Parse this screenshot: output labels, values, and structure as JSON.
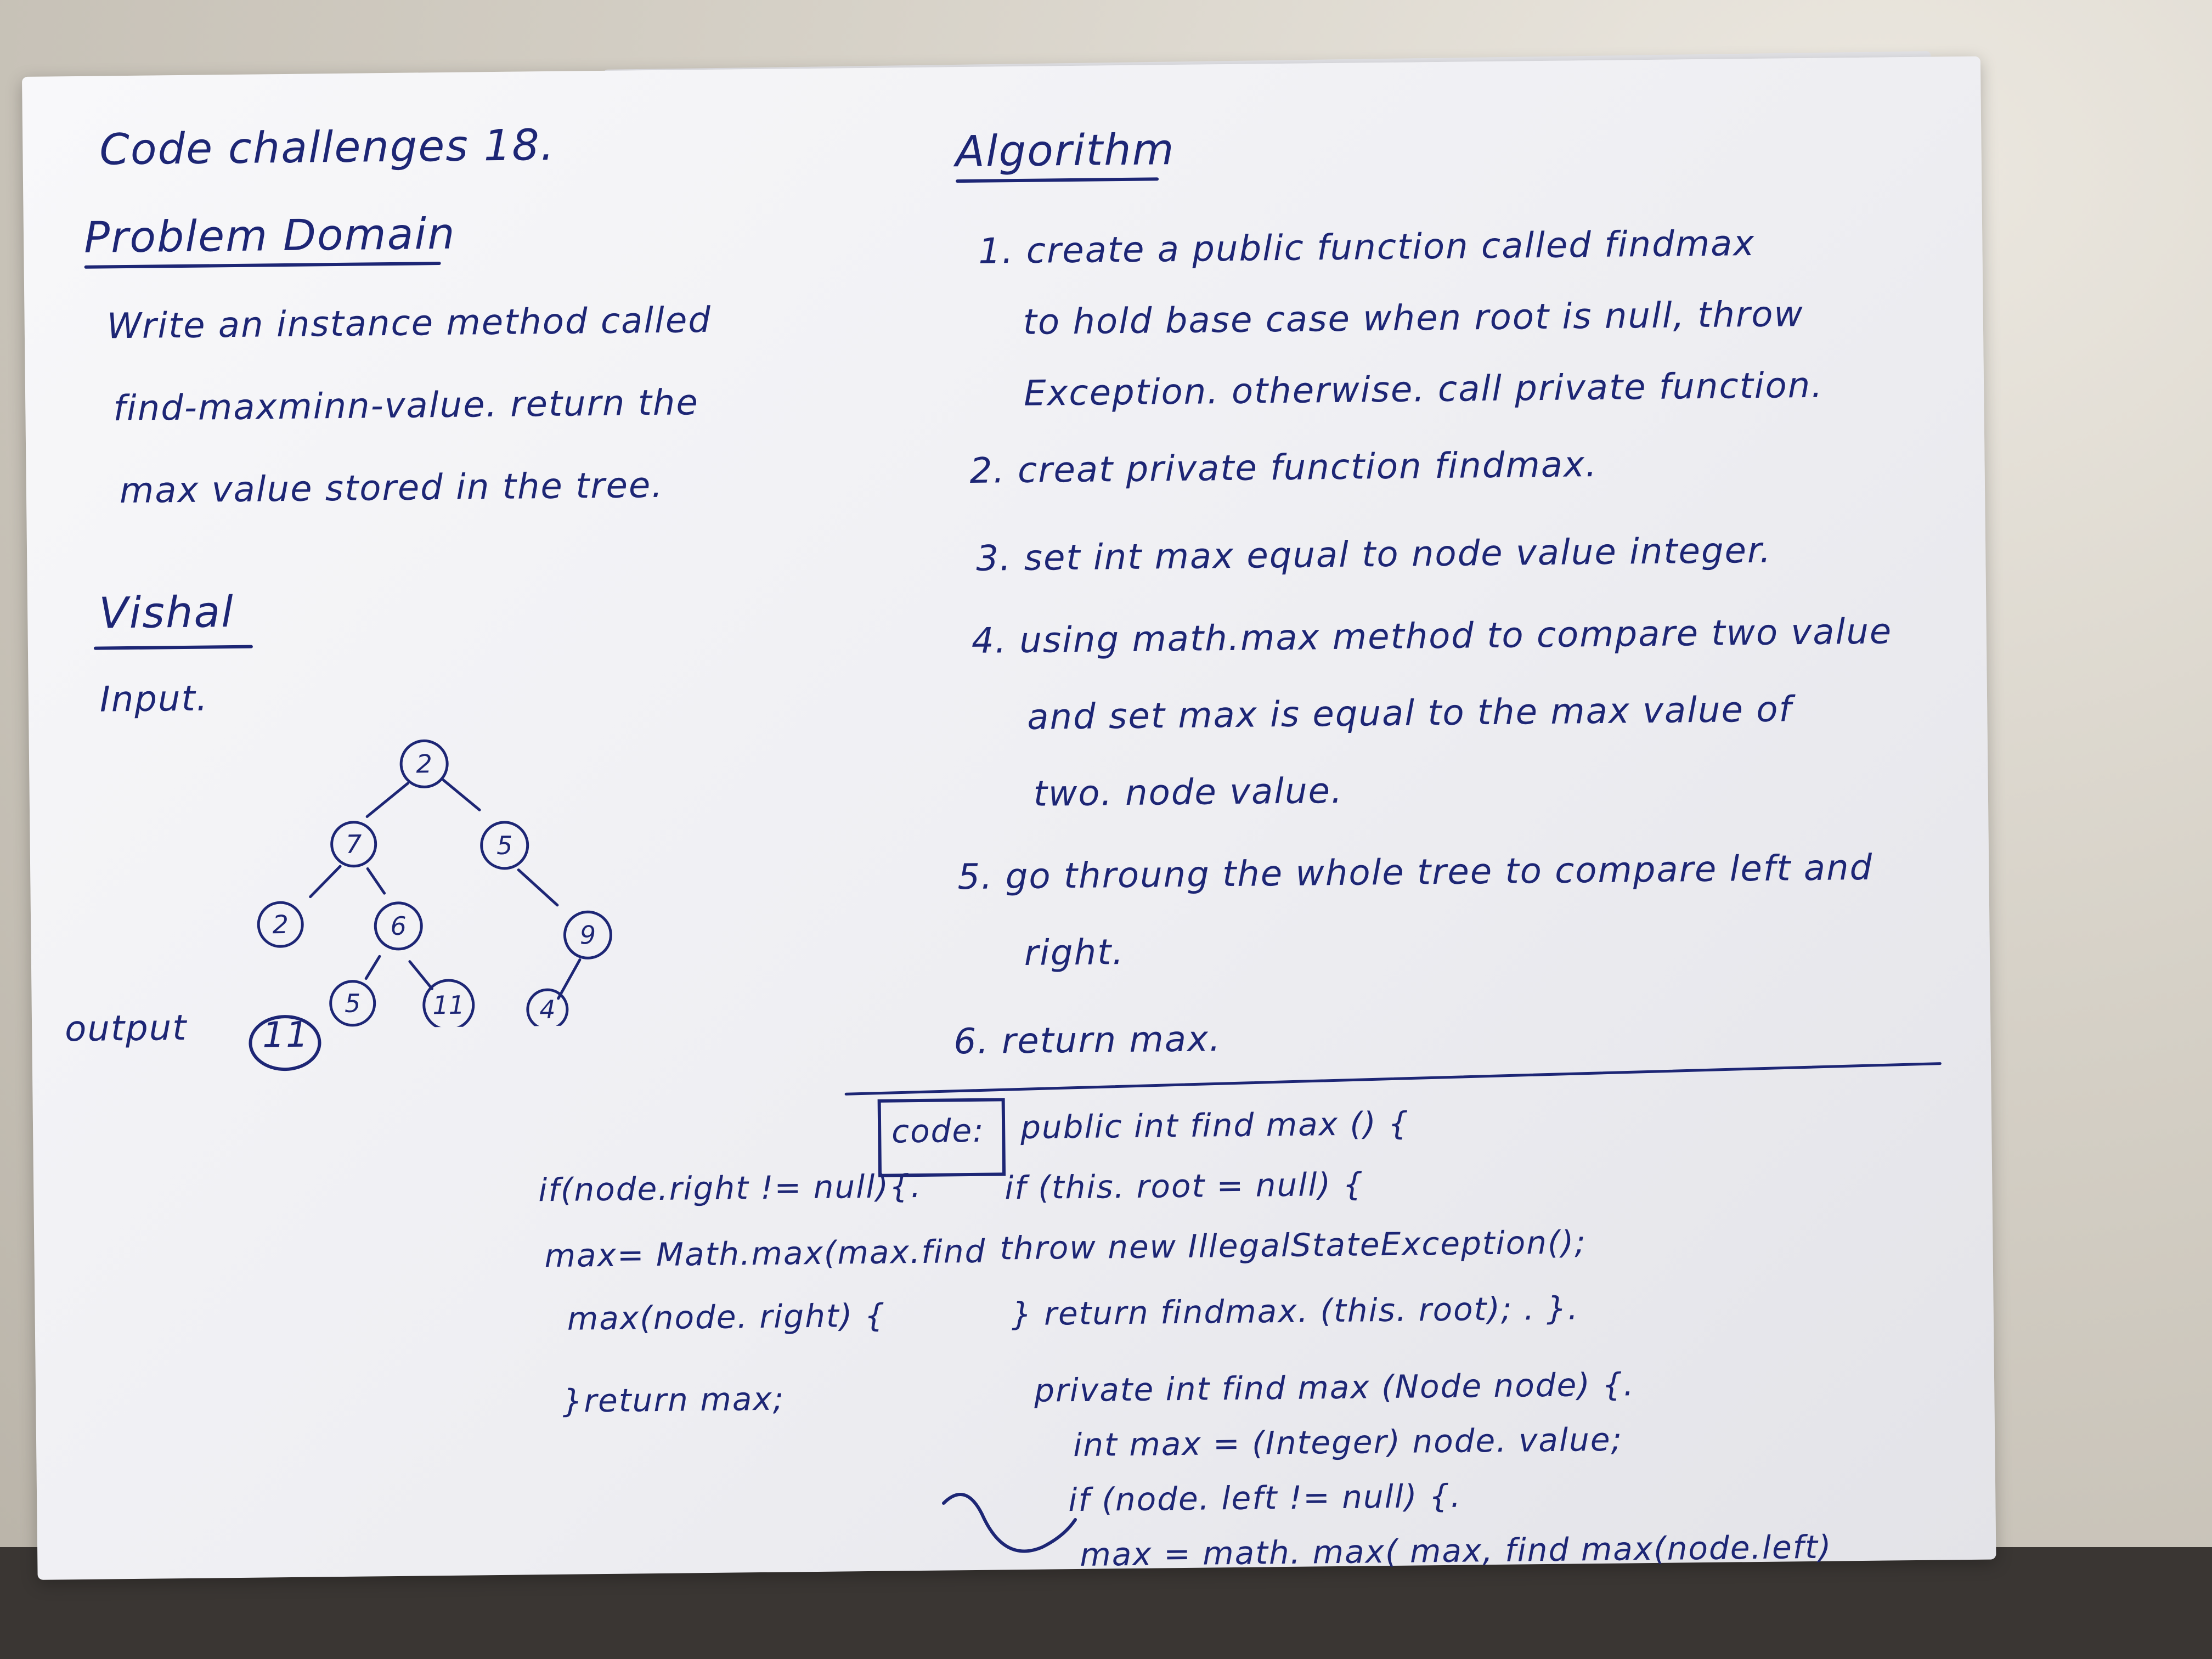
{
  "left": {
    "title": "Code challenges 18.",
    "problem_heading": "Problem Domain",
    "problem_lines": [
      "Write an instance method called",
      "find-maxminn-value. return the",
      "max value stored in the tree."
    ],
    "visual_heading": "Vishal",
    "input_label": "Input.",
    "output_label": "output",
    "output_value": "11",
    "tree_nodes": [
      "2",
      "7",
      "5",
      "2",
      "6",
      "9",
      "5",
      "11",
      "4"
    ],
    "side_code": [
      "if(node.right != null){.",
      "max= Math.max(max.find",
      "max(node. right) {",
      "}return max;"
    ]
  },
  "right": {
    "algorithm_heading": "Algorithm",
    "steps": [
      "1. create a public function called findmax",
      "to hold base case when root is null, throw",
      "Exception. otherwise. call private function.",
      "2. creat private function findmax.",
      "3. set int max equal to node value integer.",
      "4. using math.max method to compare two value",
      "and set max is equal to the max value of",
      "two. node value.",
      "5. go throung the whole tree to compare left and",
      "right.",
      "6. return max."
    ],
    "code_label": "code:",
    "code_lines": [
      "public int find max () {",
      "if (this. root = null) {",
      "throw new IllegalStateException();",
      "} return findmax. (this. root); . }.",
      "private int find max (Node node) {.",
      "int max = (Integer) node. value;",
      "if (node. left != null) {.",
      "max = math. max( max, find max(node.left)"
    ]
  },
  "colors": {
    "ink": "#1d2675",
    "paper": "#f4f4f7"
  }
}
